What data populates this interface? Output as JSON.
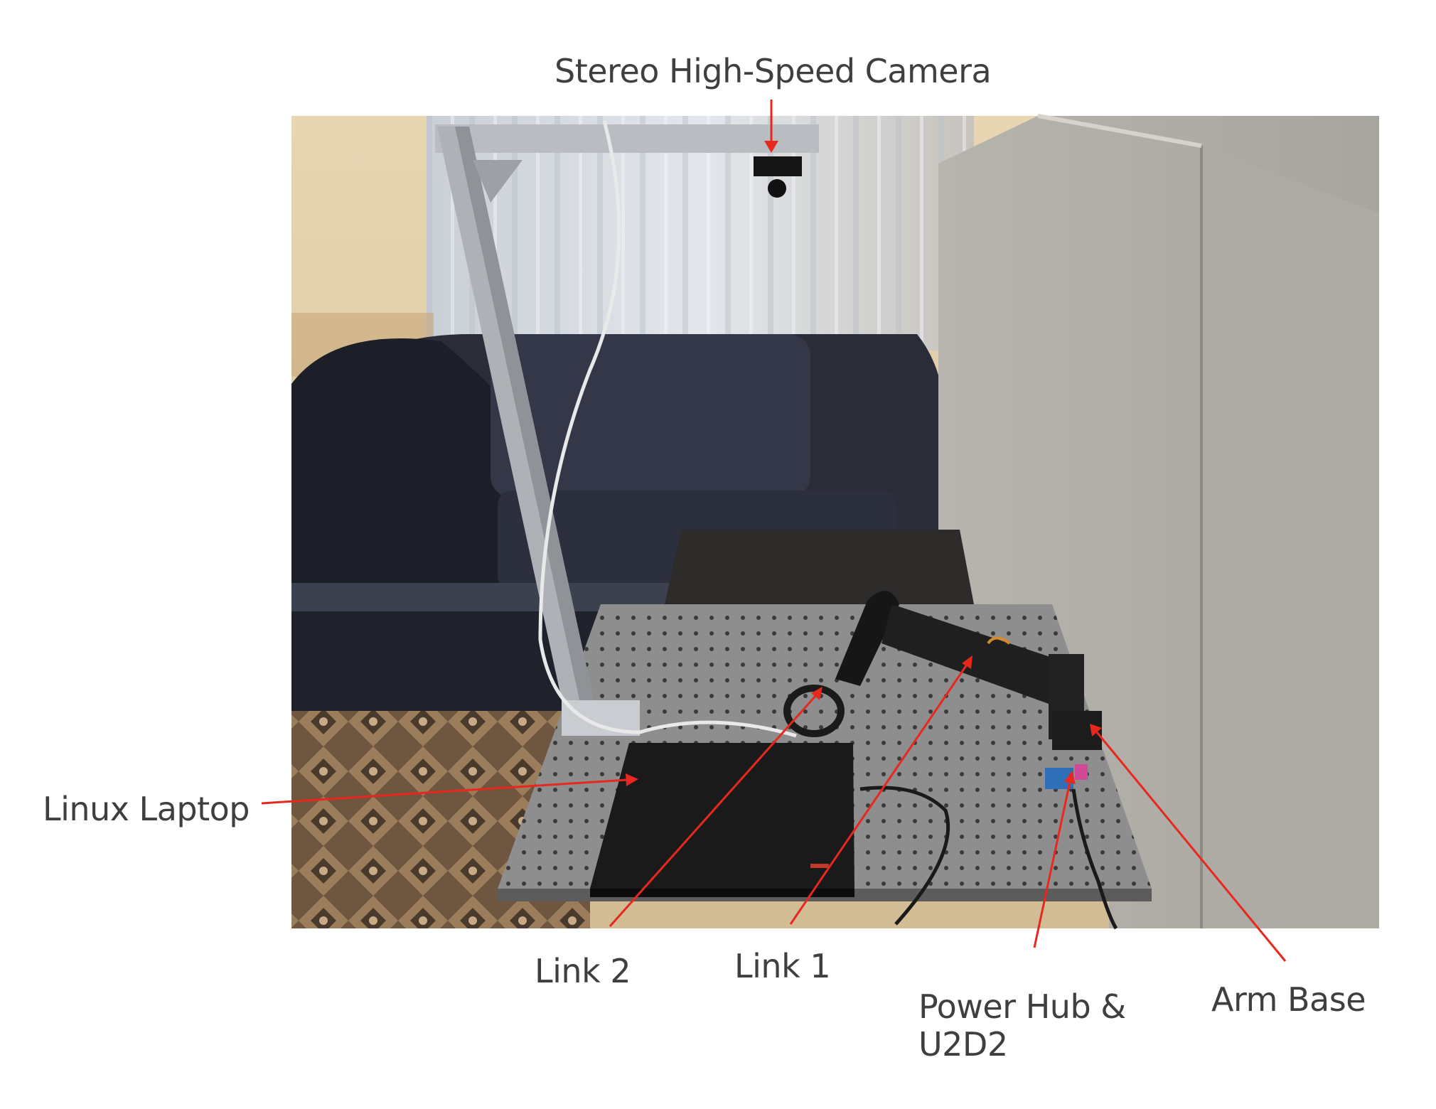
{
  "labels": {
    "camera": "Stereo High-Speed Camera",
    "laptop": "Linux Laptop",
    "link2": "Link 2",
    "link1": "Link 1",
    "power_hub_line1": "Power Hub &",
    "power_hub_line2": "U2D2",
    "arm_base": "Arm Base"
  },
  "colors": {
    "arrow": "#e8281e",
    "text": "#3f3f3f"
  }
}
